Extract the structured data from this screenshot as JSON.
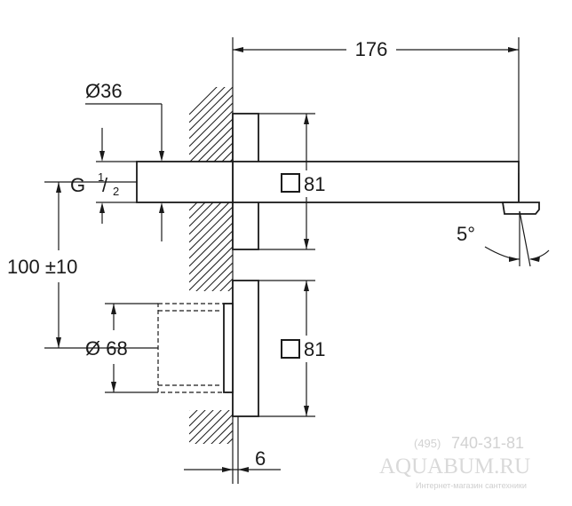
{
  "dimensions": {
    "overall_length": "176",
    "pipe_diameter": "Ø36",
    "thread_prefix": "G",
    "thread_num": "1",
    "thread_den": "2",
    "spout_plate": "81",
    "handle_plate": "81",
    "distance": "100 ±10",
    "angle": "5°",
    "body_diameter": "Ø 68",
    "plate_thickness": "6"
  },
  "watermark": {
    "phone_code": "(495)",
    "phone_number": "740-31-81",
    "brand": "AQUABUM.RU",
    "subtitle": "Интернет-магазин сантехники"
  }
}
